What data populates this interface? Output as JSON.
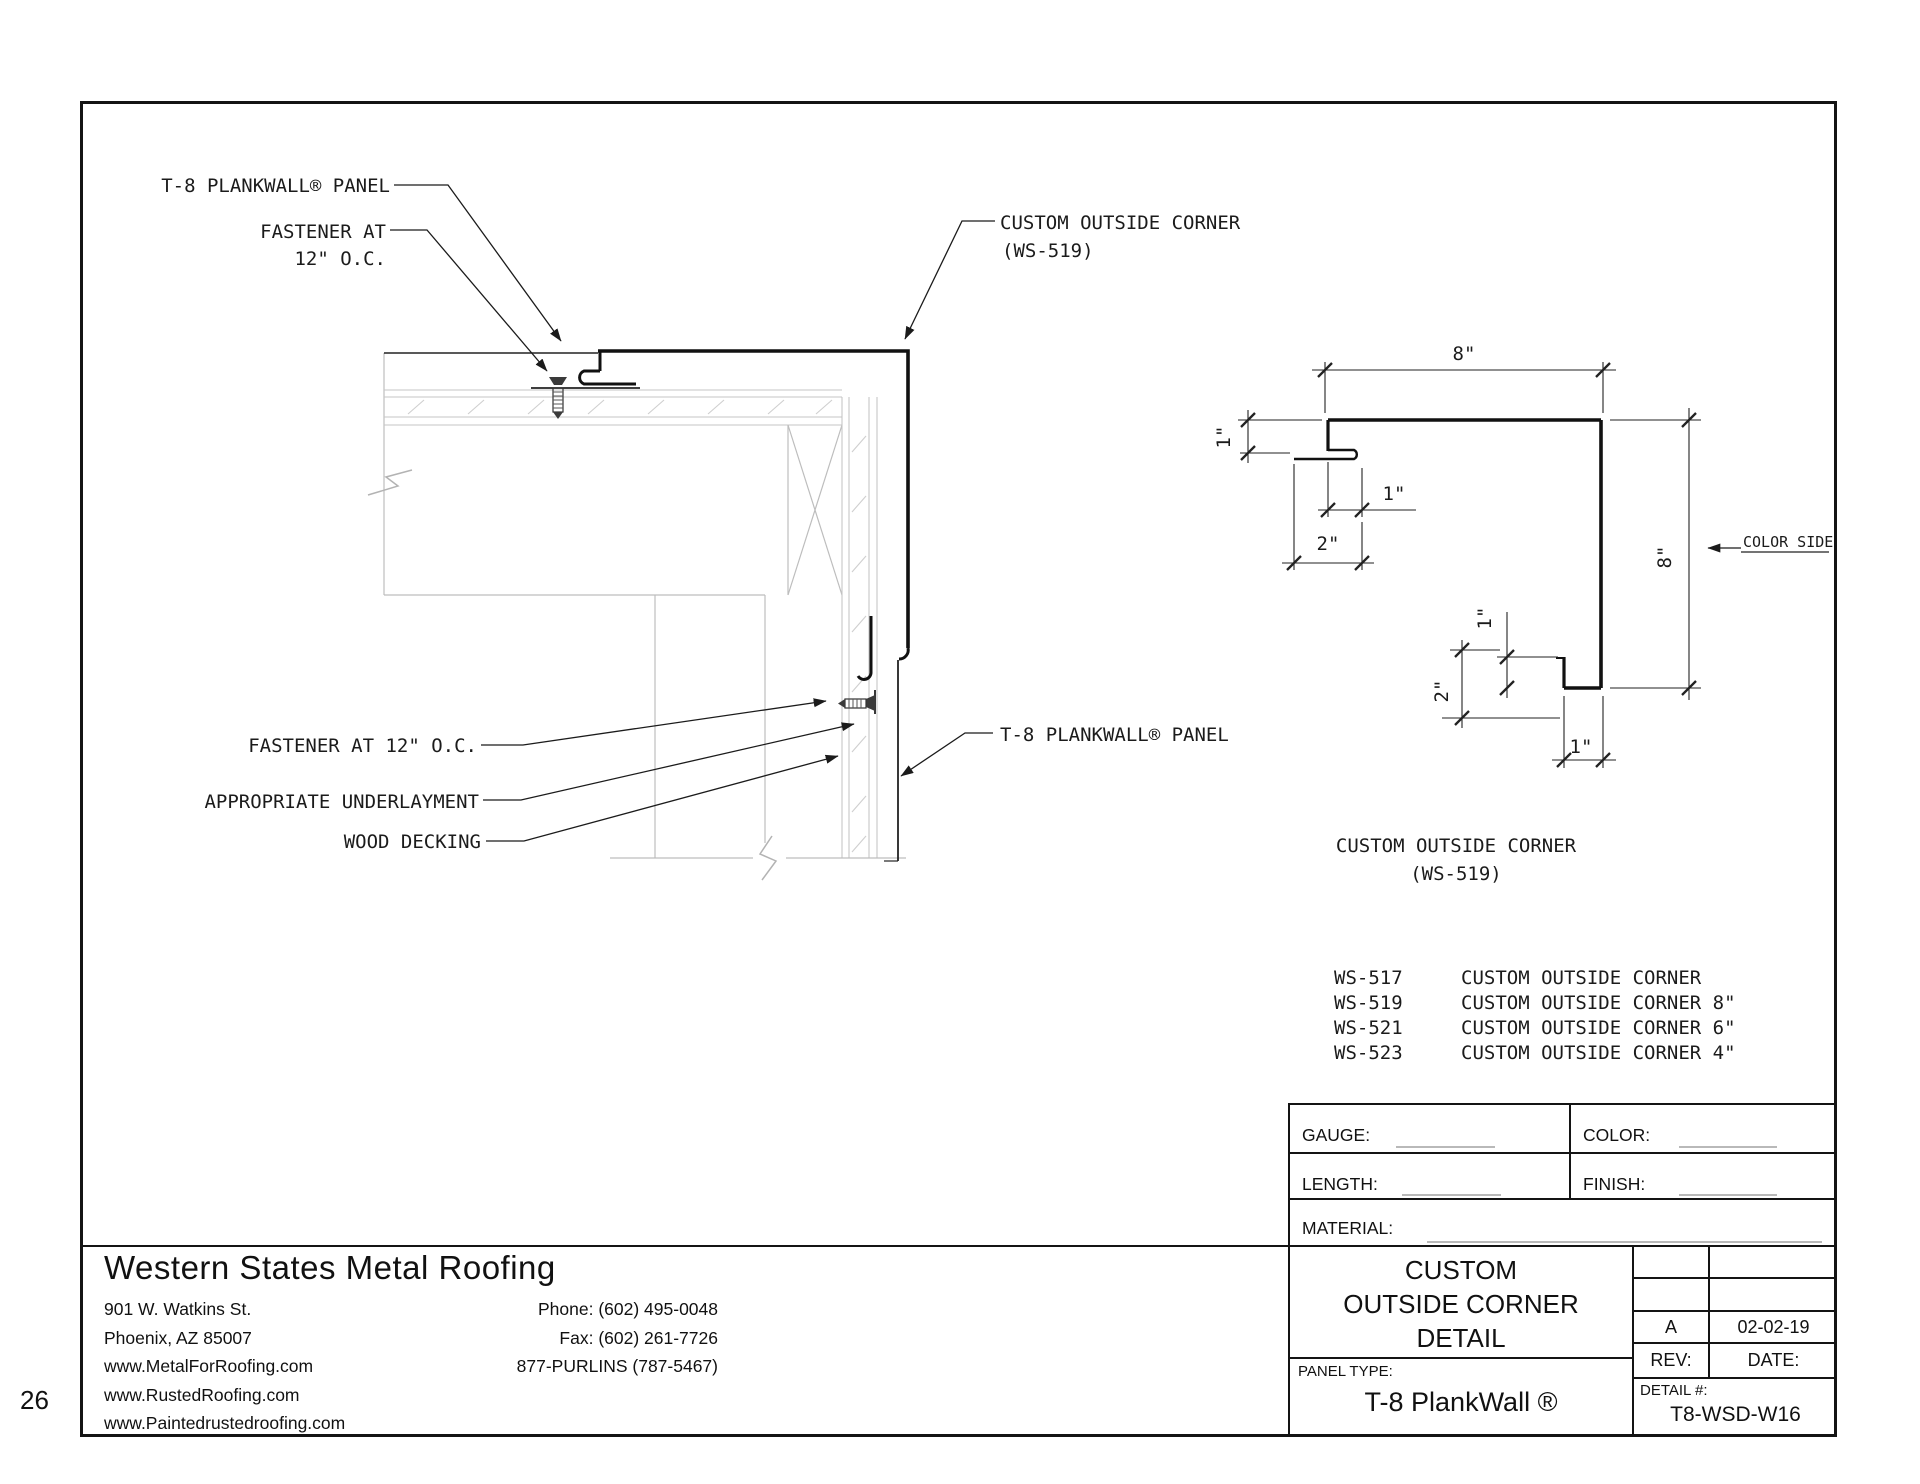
{
  "page": {
    "number": "26"
  },
  "detail_labels": {
    "panel_top": "T-8 PLANKWALL® PANEL",
    "fastener_top_1": "FASTENER AT",
    "fastener_top_2": "12\" O.C.",
    "corner_1": "CUSTOM OUTSIDE CORNER",
    "corner_2": "(WS-519)",
    "panel_right": "T-8 PLANKWALL® PANEL",
    "fastener_left": "FASTENER AT 12\" O.C.",
    "underlayment": "APPROPRIATE UNDERLAYMENT",
    "wood_decking": "WOOD DECKING"
  },
  "profile": {
    "caption_1": "CUSTOM OUTSIDE CORNER",
    "caption_2": "(WS-519)",
    "color_side": "COLOR SIDE",
    "dims": {
      "top": "8\"",
      "left": "1\"",
      "flange_1": "1\"",
      "flange_2": "2\"",
      "right": "8\"",
      "hem_1": "1\"",
      "hem_2": "2\"",
      "bottom": "1\""
    }
  },
  "parts_list": [
    {
      "code": "WS-517",
      "desc": "CUSTOM OUTSIDE CORNER"
    },
    {
      "code": "WS-519",
      "desc": "CUSTOM OUTSIDE CORNER  8\""
    },
    {
      "code": "WS-521",
      "desc": "CUSTOM OUTSIDE CORNER  6\""
    },
    {
      "code": "WS-523",
      "desc": "CUSTOM OUTSIDE CORNER  4\""
    }
  ],
  "order_form": {
    "gauge": "GAUGE:",
    "color": "COLOR:",
    "length": "LENGTH:",
    "finish": "FINISH:",
    "material": "MATERIAL:"
  },
  "title_block": {
    "title_1": "CUSTOM",
    "title_2": "OUTSIDE CORNER",
    "title_3": "DETAIL",
    "panel_type_label": "PANEL TYPE:",
    "panel_type": "T-8 PlankWall ®",
    "rev_value": "A",
    "date_value": "02-02-19",
    "rev_label": "REV:",
    "date_label": "DATE:",
    "detail_label": "DETAIL #:",
    "detail_number": "T8-WSD-W16"
  },
  "company": {
    "name": "Western States Metal Roofing",
    "address_1": "901 W. Watkins St.",
    "address_2": "Phoenix, AZ 85007",
    "web_1": "www.MetalForRoofing.com",
    "web_2": "www.RustedRoofing.com",
    "web_3": "www.Paintedrustedroofing.com",
    "phone": "Phone: (602) 495-0048",
    "fax": "Fax: (602) 261-7726",
    "tollfree": "877-PURLINS (787-5467)"
  }
}
